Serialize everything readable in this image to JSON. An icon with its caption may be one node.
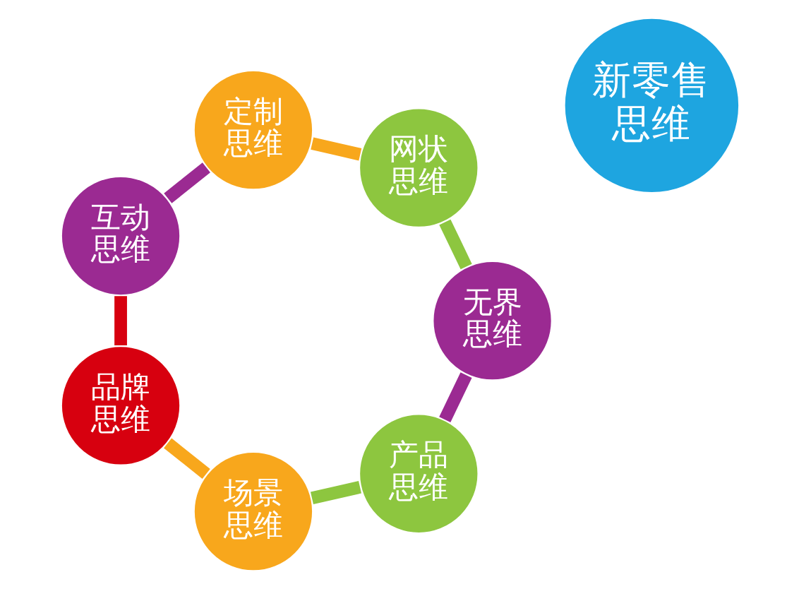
{
  "diagram": {
    "nodes": [
      {
        "text": [
          "新零售思维"
        ]
      },
      {
        "text": [
          "产品思维"
        ]
      },
      {
        "text": [
          "场景思维"
        ]
      },
      {
        "text": [
          "品牌思维"
        ]
      },
      {
        "text": [
          "互动思维"
        ]
      },
      {
        "text": [
          "定制思维"
        ]
      },
      {
        "text": [
          "网状思维"
        ]
      },
      {
        "text": [
          "无界思维"
        ]
      }
    ],
    "edges": [
      {
        "from": 1,
        "to": 2,
        "arrow": "none",
        "color": "#8dc63f"
      },
      {
        "from": 2,
        "to": 3,
        "arrow": "none",
        "color": "#f8a71c"
      },
      {
        "from": 3,
        "to": 4,
        "arrow": "none",
        "color": "#d7000f"
      },
      {
        "from": 4,
        "to": 5,
        "arrow": "none",
        "color": "#9b2a92"
      },
      {
        "from": 5,
        "to": 6,
        "arrow": "none",
        "color": "#f8a71c"
      },
      {
        "from": 6,
        "to": 7,
        "arrow": "none",
        "color": "#8dc63f"
      },
      {
        "from": 7,
        "to": 1,
        "arrow": "none",
        "color": "#9b2a92"
      }
    ]
  }
}
